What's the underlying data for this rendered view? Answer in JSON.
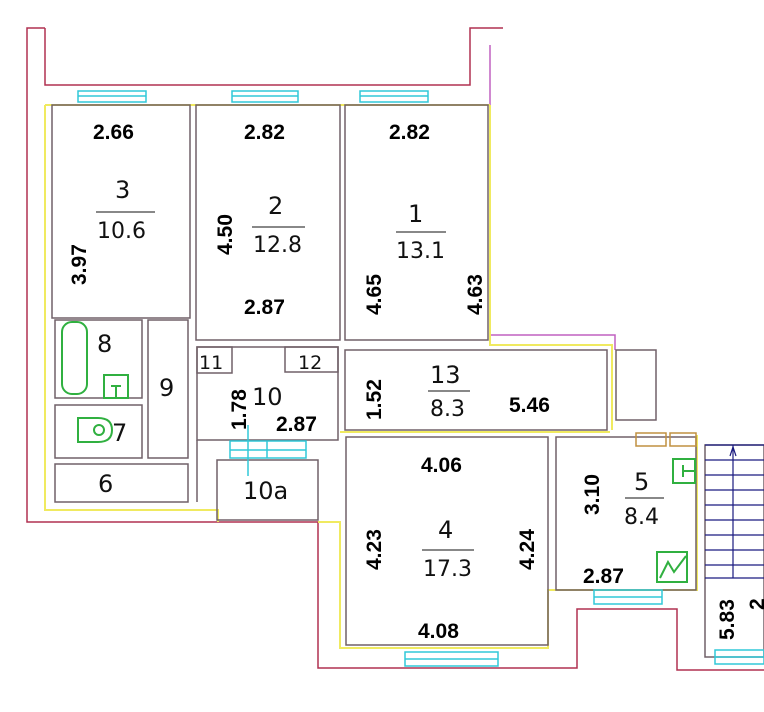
{
  "rooms": [
    {
      "id": "3",
      "area": "10.6",
      "width": "2.66",
      "depth": "3.97"
    },
    {
      "id": "2",
      "area": "12.8",
      "width_top": "2.82",
      "width_bottom": "2.87",
      "depth": "4.50"
    },
    {
      "id": "1",
      "area": "13.1",
      "width": "2.82",
      "depth_left": "4.65",
      "depth_right": "4.63"
    },
    {
      "id": "13",
      "area": "8.3",
      "depth": "1.52",
      "length": "5.46"
    },
    {
      "id": "4",
      "area": "17.3",
      "width_top": "4.06",
      "width_bottom": "4.08",
      "depth_left": "4.23",
      "depth_right": "4.24"
    },
    {
      "id": "5",
      "area": "8.4",
      "depth": "3.10",
      "width": "2.87"
    },
    {
      "id": "10",
      "depth": "1.78",
      "width": "2.87"
    }
  ],
  "small_rooms": [
    "8",
    "9",
    "7",
    "6",
    "11",
    "12",
    "10a"
  ],
  "stairs": {
    "dim": "5.83",
    "dim_partial": "2"
  },
  "colors": {
    "wall": "#b03050",
    "partition": "#706068",
    "axis": "#f0ea60",
    "window": "#30c8d8",
    "fixture": "#30b040"
  }
}
